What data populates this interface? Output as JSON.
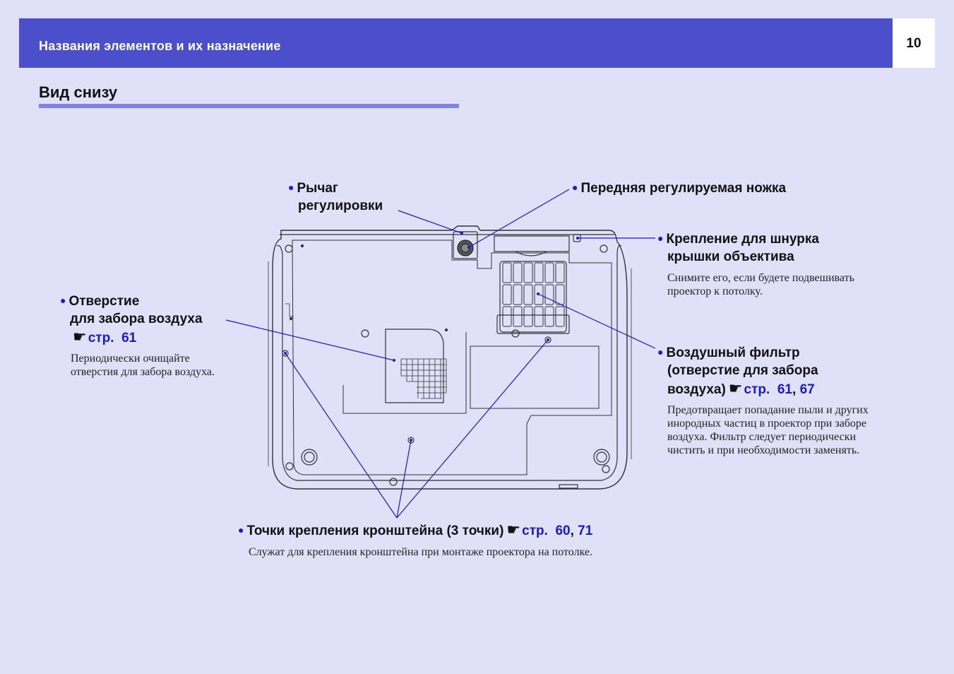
{
  "header": {
    "title": "Названия элементов и их назначение",
    "page_number": "10"
  },
  "section": {
    "title": "Вид снизу"
  },
  "labels": {
    "lever": {
      "line1": "Рычаг",
      "line2": "регулировки"
    },
    "front_foot": {
      "text": "Передняя регулируемая ножка"
    },
    "lens_cord": {
      "line1": "Крепление для шнурка",
      "line2": "крышки объектива",
      "desc_line1": "Снимите его, если будете подвешивать",
      "desc_line2": "проектор к потолку."
    },
    "air_intake": {
      "line1": "Отверстие",
      "line2": "для забора воздуха",
      "ref_prefix": "стр.",
      "ref_page": "61",
      "desc_line1": "Периодически очищайте",
      "desc_line2": "отверстия для забора воздуха."
    },
    "air_filter": {
      "line1": "Воздушный фильтр",
      "line2": "(отверстие для забора",
      "line3": "воздуха)",
      "ref_prefix": "стр.",
      "ref_page1": "61",
      "ref_sep": ",",
      "ref_page2": "67",
      "desc_line1": "Предотвращает попадание пыли и других",
      "desc_line2": "инородных частиц в проектор при заборе",
      "desc_line3": "воздуха. Фильтр следует периодически",
      "desc_line4": "чистить и при необходимости заменять."
    },
    "mount_points": {
      "text": "Точки крепления кронштейна (3 точки)",
      "ref_prefix": "стр.",
      "ref_page1": "60",
      "ref_sep": ",",
      "ref_page2": "71",
      "desc": "Служат для крепления кронштейна при монтаже проектора на потолке."
    }
  },
  "icons": {
    "bullet": "●",
    "pointing_hand": "☛"
  },
  "colors": {
    "background": "#e0e0f8",
    "header": "#4b4fcb",
    "accent_rule": "#8080ee",
    "link": "#1a1acc",
    "leader_line": "#1a1acc"
  }
}
